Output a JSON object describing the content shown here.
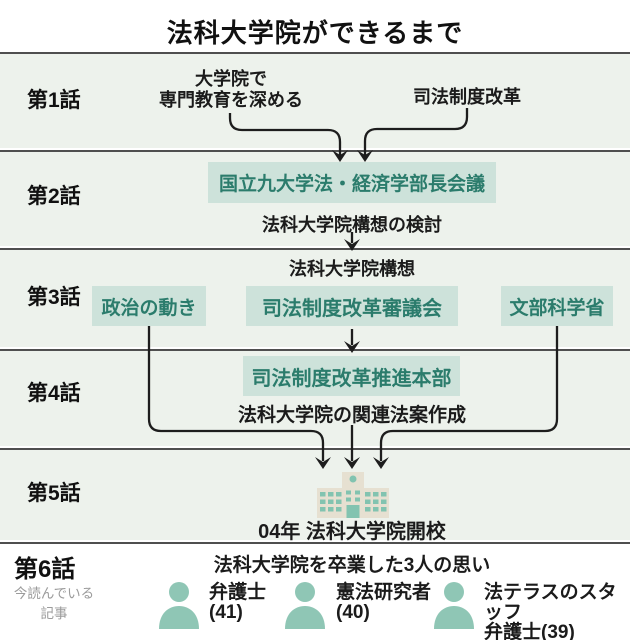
{
  "title": "法科大学院ができるまで",
  "colors": {
    "section_bg": "#edf2ec",
    "divider": "#4f4f4f",
    "box_bg": "#cde2da",
    "box_text": "#2b7c6c",
    "figure_teal": "#8fc6b5",
    "building_body": "#e6e0d1",
    "building_window": "#82c3b0",
    "muted_text": "#9b9b9b",
    "arrow": "#1d1d1d"
  },
  "episodes": [
    {
      "label": "第1話",
      "source_left": "大学院で\n専門教育を深める",
      "source_right": "司法制度改革"
    },
    {
      "label": "第2話",
      "box": "国立九大学法・経済学部長会議",
      "caption": "法科大学院構想の検討"
    },
    {
      "label": "第3話",
      "heading": "法科大学院構想",
      "box_left": "政治の動き",
      "box_center": "司法制度改革審議会",
      "box_right": "文部科学省"
    },
    {
      "label": "第4話",
      "box": "司法制度改革推進本部",
      "caption": "法科大学院の関連法案作成"
    },
    {
      "label": "第5話",
      "caption": "04年 法科大学院開校",
      "icon": "school-building"
    },
    {
      "label": "第6話",
      "sublabel": "今読んでいる\n記事",
      "heading": "法科大学院を卒業した3人の思い",
      "people": [
        {
          "name": "弁護士\n(41)"
        },
        {
          "name": "憲法研究者\n(40)"
        },
        {
          "name": "法テラスのスタッフ\n弁護士(39)"
        }
      ]
    }
  ]
}
